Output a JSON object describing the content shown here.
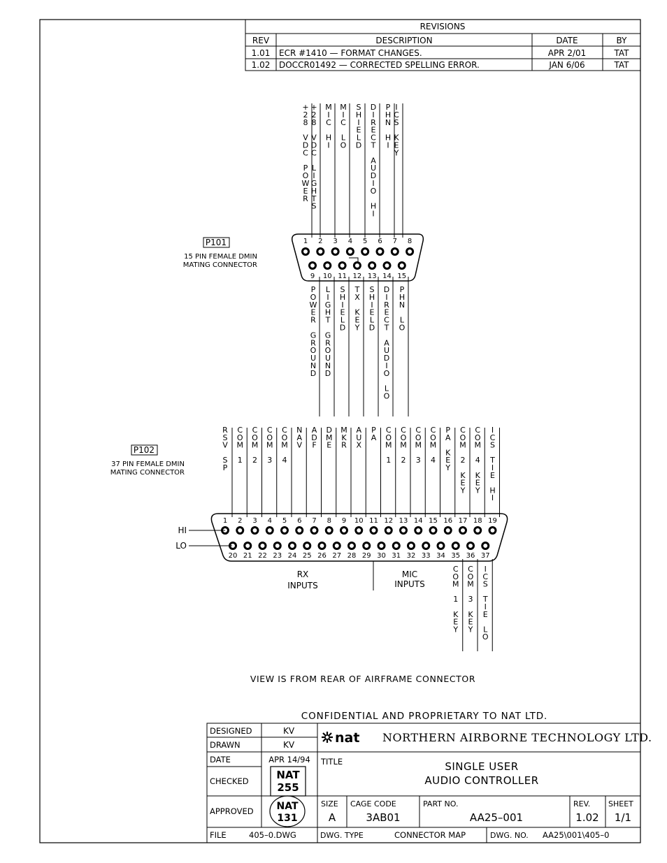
{
  "revisions": {
    "title": "REVISIONS",
    "headers": {
      "rev": "REV",
      "description": "DESCRIPTION",
      "date": "DATE",
      "by": "BY"
    },
    "rows": [
      {
        "rev": "1.01",
        "description": "ECR #1410 — FORMAT CHANGES.",
        "date": "APR 2/01",
        "by": "TAT"
      },
      {
        "rev": "1.02",
        "description": "DOCCR01492 — CORRECTED SPELLING ERROR.",
        "date": "JAN 6/06",
        "by": "TAT"
      }
    ]
  },
  "p101": {
    "ref": "P101",
    "desc1": "15 PIN FEMALE DMIN",
    "desc2": "MATING CONNECTOR",
    "top_pins": [
      "1",
      "2",
      "3",
      "4",
      "5",
      "6",
      "7",
      "8"
    ],
    "bottom_pins": [
      "9",
      "10",
      "11",
      "12",
      "13",
      "14",
      "15"
    ],
    "top_labels": [
      [
        "+",
        "2",
        "8",
        "",
        "V",
        "D",
        "C",
        "",
        "P",
        "O",
        "W",
        "E",
        "R"
      ],
      [
        "+",
        "2",
        "8",
        "",
        "V",
        "D",
        "C",
        "",
        "L",
        "I",
        "G",
        "H",
        "T",
        "S"
      ],
      [
        "M",
        "I",
        "C",
        "",
        "H",
        "I"
      ],
      [
        "M",
        "I",
        "C",
        "",
        "L",
        "O"
      ],
      [
        "S",
        "H",
        "I",
        "E",
        "L",
        "D"
      ],
      [
        "D",
        "I",
        "R",
        "E",
        "C",
        "T",
        "",
        "A",
        "U",
        "D",
        "I",
        "O",
        "",
        "H",
        "I"
      ],
      [
        "P",
        "H",
        "N",
        "",
        "H",
        "I"
      ],
      [
        "I",
        "C",
        "S",
        "",
        "K",
        "E",
        "Y"
      ]
    ],
    "bottom_labels": [
      [
        "P",
        "O",
        "W",
        "E",
        "R",
        "",
        "G",
        "R",
        "O",
        "U",
        "N",
        "D"
      ],
      [
        "L",
        "I",
        "G",
        "H",
        "T",
        "",
        "G",
        "R",
        "O",
        "U",
        "N",
        "D"
      ],
      [
        "S",
        "H",
        "I",
        "E",
        "L",
        "D"
      ],
      [
        "T",
        "X",
        "",
        "K",
        "E",
        "Y"
      ],
      [
        "S",
        "H",
        "I",
        "E",
        "L",
        "D"
      ],
      [
        "D",
        "I",
        "R",
        "E",
        "C",
        "T",
        "",
        "A",
        "U",
        "D",
        "I",
        "O",
        "",
        "L",
        "O"
      ],
      [
        "P",
        "H",
        "N",
        "",
        "L",
        "O"
      ]
    ]
  },
  "p102": {
    "ref": "P102",
    "desc1": "37 PIN FEMALE DMIN",
    "desc2": "MATING CONNECTOR",
    "hi_label": "HI",
    "lo_label": "LO",
    "top_pins": [
      "1",
      "2",
      "3",
      "4",
      "5",
      "6",
      "7",
      "8",
      "9",
      "10",
      "11",
      "12",
      "13",
      "14",
      "15",
      "16",
      "17",
      "18",
      "19"
    ],
    "bottom_pins": [
      "20",
      "21",
      "22",
      "23",
      "24",
      "25",
      "26",
      "27",
      "28",
      "29",
      "30",
      "31",
      "32",
      "33",
      "34",
      "35",
      "36",
      "37"
    ],
    "top_labels": [
      [
        "R",
        "S",
        "V",
        "",
        "S",
        "P"
      ],
      [
        "C",
        "O",
        "M",
        "",
        "1"
      ],
      [
        "C",
        "O",
        "M",
        "",
        "2"
      ],
      [
        "C",
        "O",
        "M",
        "",
        "3"
      ],
      [
        "C",
        "O",
        "M",
        "",
        "4"
      ],
      [
        "N",
        "A",
        "V"
      ],
      [
        "A",
        "D",
        "F"
      ],
      [
        "D",
        "M",
        "E"
      ],
      [
        "M",
        "K",
        "R"
      ],
      [
        "A",
        "U",
        "X"
      ],
      [
        "P",
        "A"
      ],
      [
        "C",
        "O",
        "M",
        "",
        "1"
      ],
      [
        "C",
        "O",
        "M",
        "",
        "2"
      ],
      [
        "C",
        "O",
        "M",
        "",
        "3"
      ],
      [
        "C",
        "O",
        "M",
        "",
        "4"
      ],
      [
        "P",
        "A",
        "",
        "K",
        "E",
        "Y"
      ],
      [
        "C",
        "O",
        "M",
        "",
        "2",
        "",
        "K",
        "E",
        "Y"
      ],
      [
        "C",
        "O",
        "M",
        "",
        "4",
        "",
        "K",
        "E",
        "Y"
      ],
      [
        "I",
        "C",
        "S",
        "",
        "T",
        "I",
        "E",
        "",
        "H",
        "I"
      ]
    ],
    "bottom_labels": [
      [
        "C",
        "O",
        "M",
        "",
        "1",
        "",
        "K",
        "E",
        "Y"
      ],
      [
        "C",
        "O",
        "M",
        "",
        "3",
        "",
        "K",
        "E",
        "Y"
      ],
      [
        "I",
        "C",
        "S",
        "",
        "T",
        "I",
        "E",
        "",
        "L",
        "O"
      ]
    ],
    "rx_label_1": "RX",
    "rx_label_2": "INPUTS",
    "mic_label_1": "MIC",
    "mic_label_2": "INPUTS"
  },
  "view_note": "VIEW IS FROM REAR OF AIRFRAME CONNECTOR",
  "confidential": "CONFIDENTIAL AND PROPRIETARY TO NAT LTD.",
  "title_block": {
    "designed_label": "DESIGNED",
    "designed_value": "KV",
    "drawn_label": "DRAWN",
    "drawn_value": "KV",
    "date_label": "DATE",
    "date_value": "APR 14/94",
    "checked_label": "CHECKED",
    "checked_stamp_1": "NAT",
    "checked_stamp_2": "255",
    "approved_label": "APPROVED",
    "approved_stamp_1": "NAT",
    "approved_stamp_2": "131",
    "file_label": "FILE",
    "file_value": "405–0.DWG",
    "logo_text": "nat",
    "company": "NORTHERN AIRBORNE TECHNOLOGY LTD.",
    "title_label": "TITLE",
    "title_1": "SINGLE USER",
    "title_2": "AUDIO CONTROLLER",
    "size_label": "SIZE",
    "size_value": "A",
    "cage_label": "CAGE CODE",
    "cage_value": "3AB01",
    "part_label": "PART NO.",
    "part_value": "AA25–001",
    "rev_label": "REV.",
    "rev_value": "1.02",
    "sheet_label": "SHEET",
    "sheet_value": "1/1",
    "dwgtype_label": "DWG. TYPE",
    "dwgtype_value": "CONNECTOR MAP",
    "dwgno_label": "DWG. NO.",
    "dwgno_value": "AA25\\001\\405–0"
  }
}
